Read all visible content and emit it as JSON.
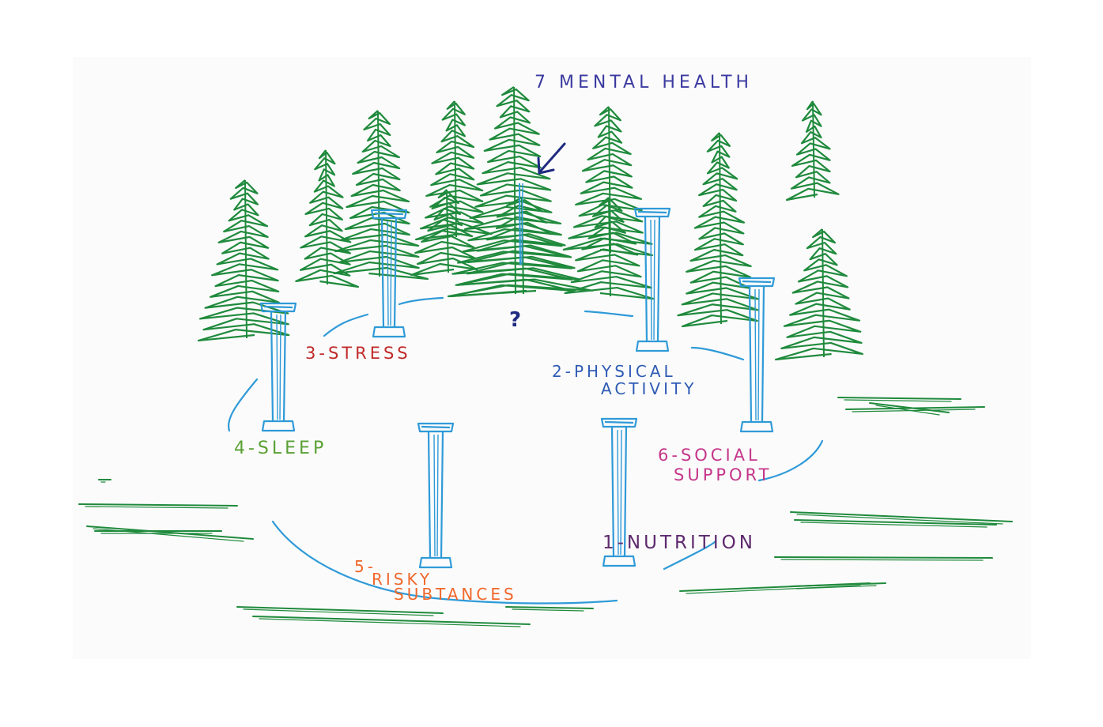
{
  "colors": {
    "tree": "#1f8a3c",
    "pillar": "#2f9ad8",
    "arrow": "#1f2a80",
    "mental": "#3b3aa0",
    "stress": "#c02a2a",
    "physical": "#2f5bb5",
    "sleep": "#5aa033",
    "social": "#c4368a",
    "nutrition": "#5e2a6e",
    "risky": "#f0672b"
  },
  "labels": {
    "mental_health": "7 MENTAL HEALTH",
    "stress": "3-STRESS",
    "physical_line1": "2-PHYSICAL",
    "physical_line2": "ACTIVITY",
    "sleep": "4-SLEEP",
    "social_line1": "6-SOCIAL",
    "social_line2": "SUPPORT",
    "nutrition": "1-NUTRITION",
    "risky_line1": "5-",
    "risky_line2": "RISKY",
    "risky_line3": "SUBTANCES",
    "question_mark": "?"
  },
  "icons": {
    "tree": "pine-tree-icon",
    "pillar": "pillar-icon",
    "arrow": "arrow-down-left-icon"
  }
}
